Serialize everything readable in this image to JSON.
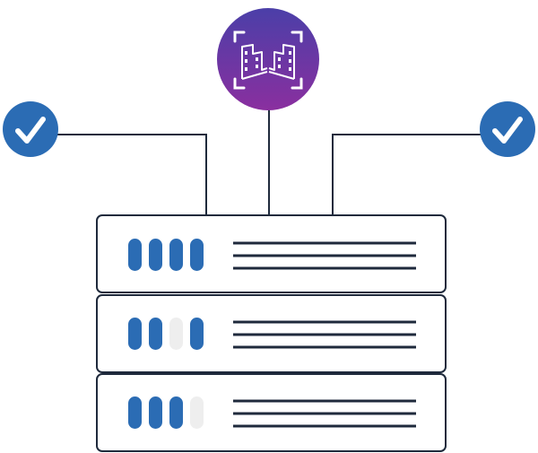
{
  "colors": {
    "background": "#ffffff",
    "outline": "#1f2a3c",
    "check_blue": "#2b6cb4",
    "led_on": "#2b6cb4",
    "led_off": "#eeeeee",
    "hub_gradient_top": "#4b3fa8",
    "hub_gradient_bottom": "#8a2f9f",
    "icon_white": "#ffffff"
  },
  "icons": {
    "left_status": "checkmark-icon",
    "right_status": "checkmark-icon",
    "hub": "city-street-scan-icon"
  },
  "server_units": [
    {
      "name": "server-unit-1",
      "leds": [
        true,
        true,
        true,
        true
      ]
    },
    {
      "name": "server-unit-2",
      "leds": [
        true,
        true,
        false,
        true
      ]
    },
    {
      "name": "server-unit-3",
      "leds": [
        true,
        true,
        true,
        false
      ]
    }
  ]
}
